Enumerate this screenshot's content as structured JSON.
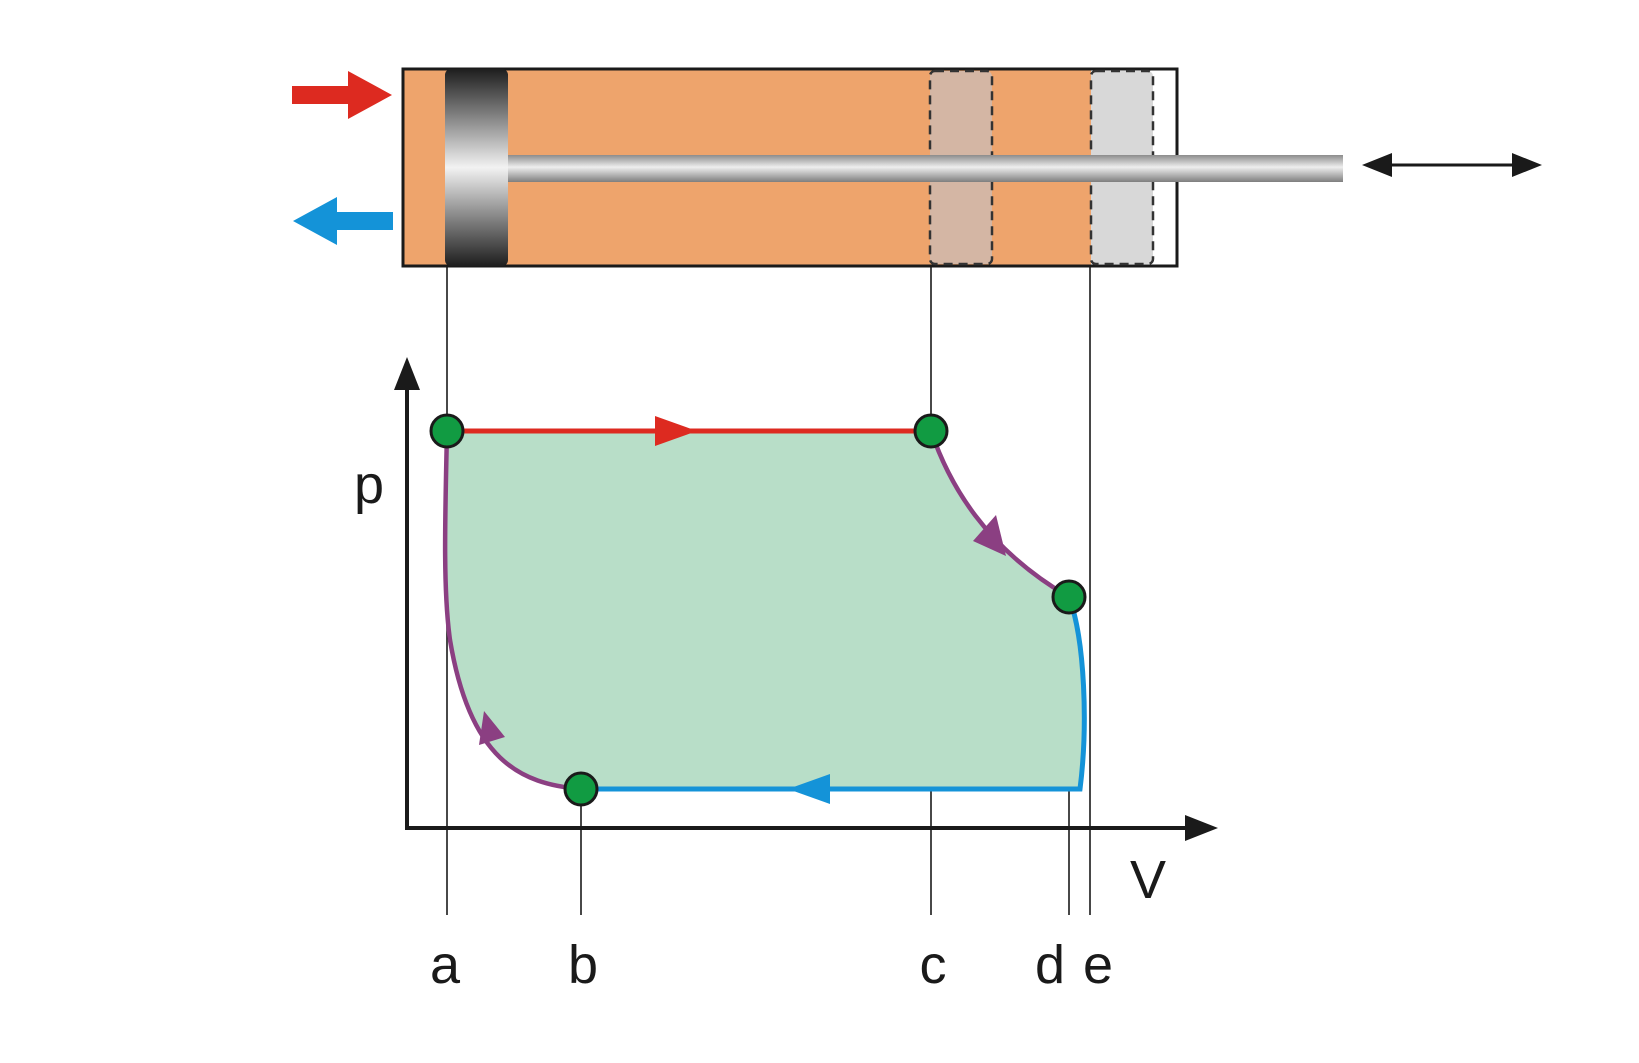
{
  "diagram": {
    "axis_labels": {
      "pressure": "p",
      "volume": "V"
    },
    "position_labels": {
      "a": "a",
      "b": "b",
      "c": "c",
      "d": "d",
      "e": "e"
    },
    "colors": {
      "cylinder_fill": "#EEA46C",
      "cycle_fill": "#B8DEC8",
      "intake_red": "#DD2A20",
      "exhaust_blue": "#1493D8",
      "expansion_purple": "#8B3F82",
      "state_point_green": "#119B42",
      "rod_gray": "#B8B8B8",
      "outline": "#1a1a1a"
    },
    "icons": {
      "inlet": "red-arrow-right-icon",
      "outlet": "blue-arrow-left-icon",
      "rod_motion": "double-headed-arrow-icon"
    }
  }
}
